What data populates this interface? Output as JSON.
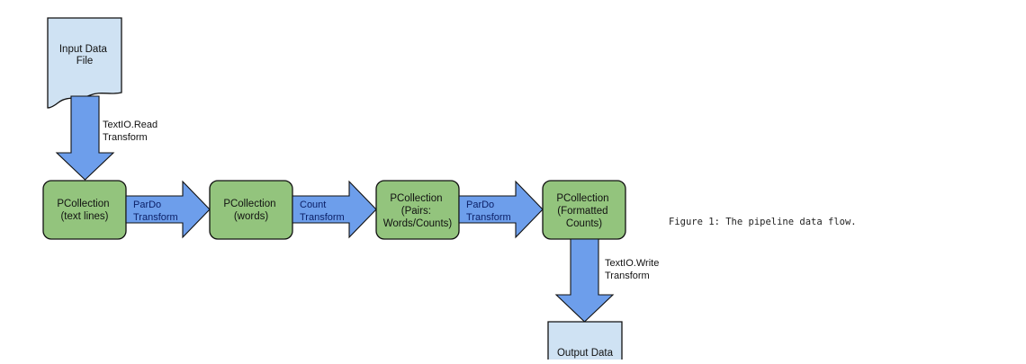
{
  "colors": {
    "file_fill": "#cfe2f3",
    "collection_fill": "#93c47d",
    "arrow_fill": "#6d9eeb",
    "stroke": "#111111",
    "arrow_text": "#0b1f66",
    "side_text": "#111111"
  },
  "diagram": {
    "input_file": {
      "lines": [
        "Input Data",
        "File"
      ]
    },
    "output_file": {
      "lines": [
        "Output Data"
      ]
    },
    "collections": [
      {
        "lines": [
          "PCollection",
          "(text lines)"
        ]
      },
      {
        "lines": [
          "PCollection",
          "(words)"
        ]
      },
      {
        "lines": [
          "PCollection",
          "(Pairs:",
          "Words/Counts)"
        ]
      },
      {
        "lines": [
          "PCollection",
          "(Formatted",
          "Counts)"
        ]
      }
    ],
    "transforms": [
      {
        "lines": [
          "ParDo",
          "Transform"
        ]
      },
      {
        "lines": [
          "Count",
          "Transform"
        ]
      },
      {
        "lines": [
          "ParDo",
          "Transform"
        ]
      }
    ],
    "read_transform": {
      "lines": [
        "TextIO.Read",
        "Transform"
      ]
    },
    "write_transform": {
      "lines": [
        "TextIO.Write",
        "Transform"
      ]
    }
  },
  "caption": "Figure 1: The pipeline data flow."
}
